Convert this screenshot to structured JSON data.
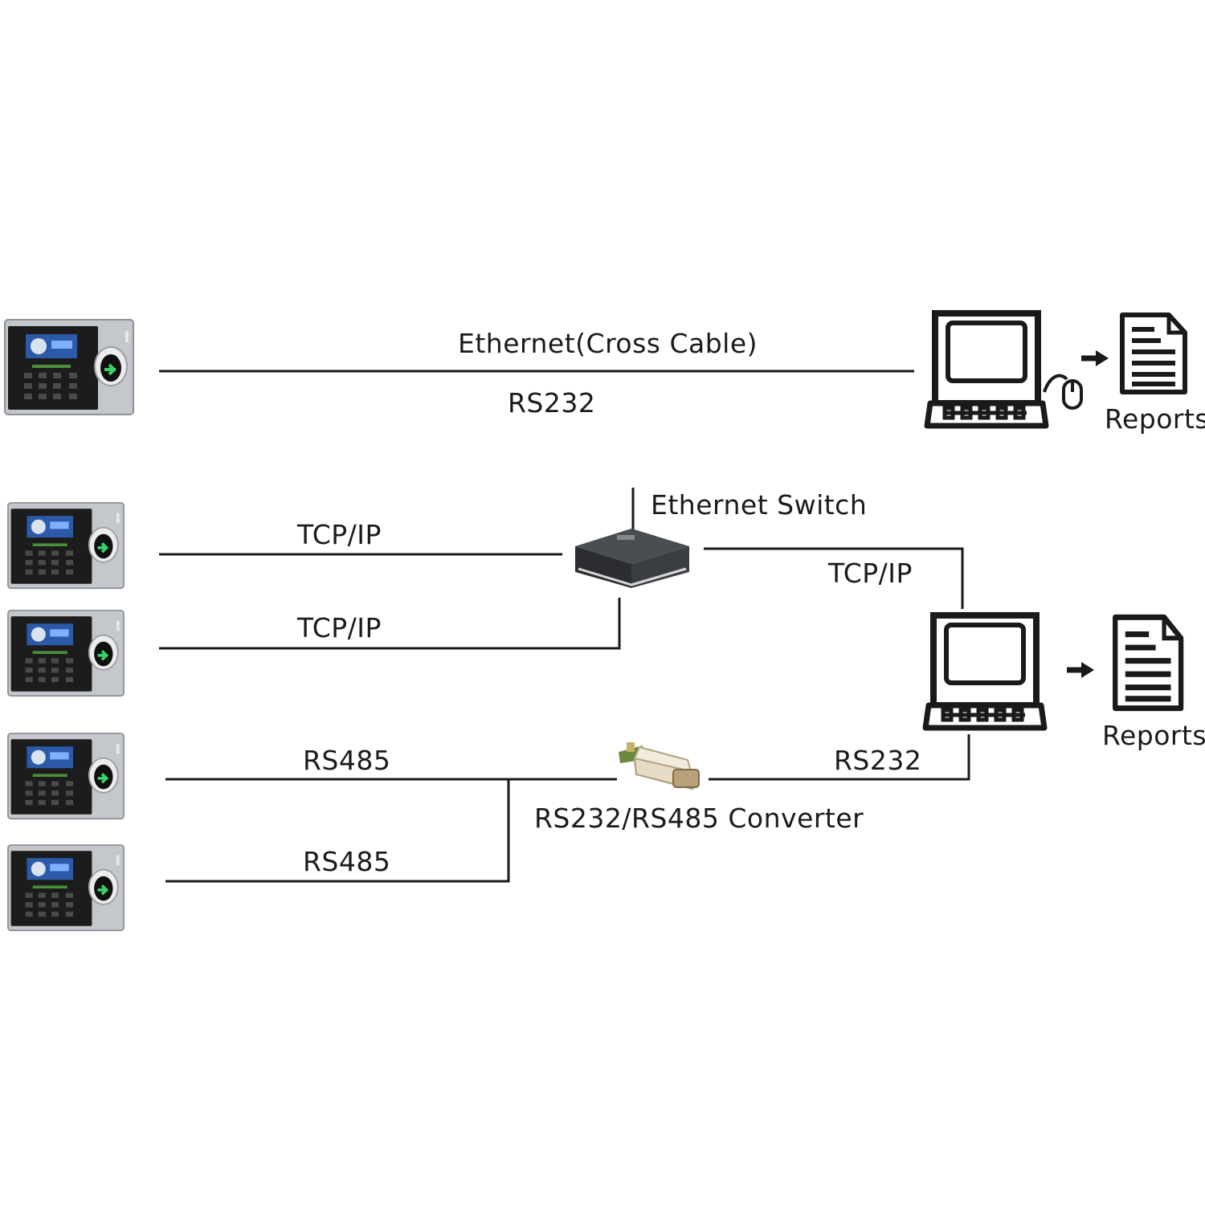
{
  "labels": {
    "ethernet_cross_cable": "Ethernet(Cross Cable)",
    "rs232_top": "RS232",
    "reports_top": "Reports",
    "ethernet_switch": "Ethernet Switch",
    "tcpip_1": "TCP/IP",
    "tcpip_2": "TCP/IP",
    "tcpip_switch_pc": "TCP/IP",
    "rs485_1": "RS485",
    "rs485_2": "RS485",
    "rs232_converter_pc": "RS232",
    "converter": "RS232/RS485 Converter",
    "reports_bottom": "Reports"
  },
  "colors": {
    "line": "#1a1a1a",
    "device_body": "#c4c7cb",
    "device_face": "#1c1c1c",
    "device_screen": "#3f7fd6",
    "sensor_glow": "#3ad26a",
    "switch_body": "#3a3d42"
  },
  "icons": {
    "terminal": "fingerprint-terminal-icon",
    "laptop": "laptop-icon",
    "report": "report-document-icon",
    "switch": "ethernet-switch-icon",
    "converter": "rs232-rs485-converter-icon",
    "mouse": "mouse-icon",
    "arrow": "arrow-right-icon"
  }
}
